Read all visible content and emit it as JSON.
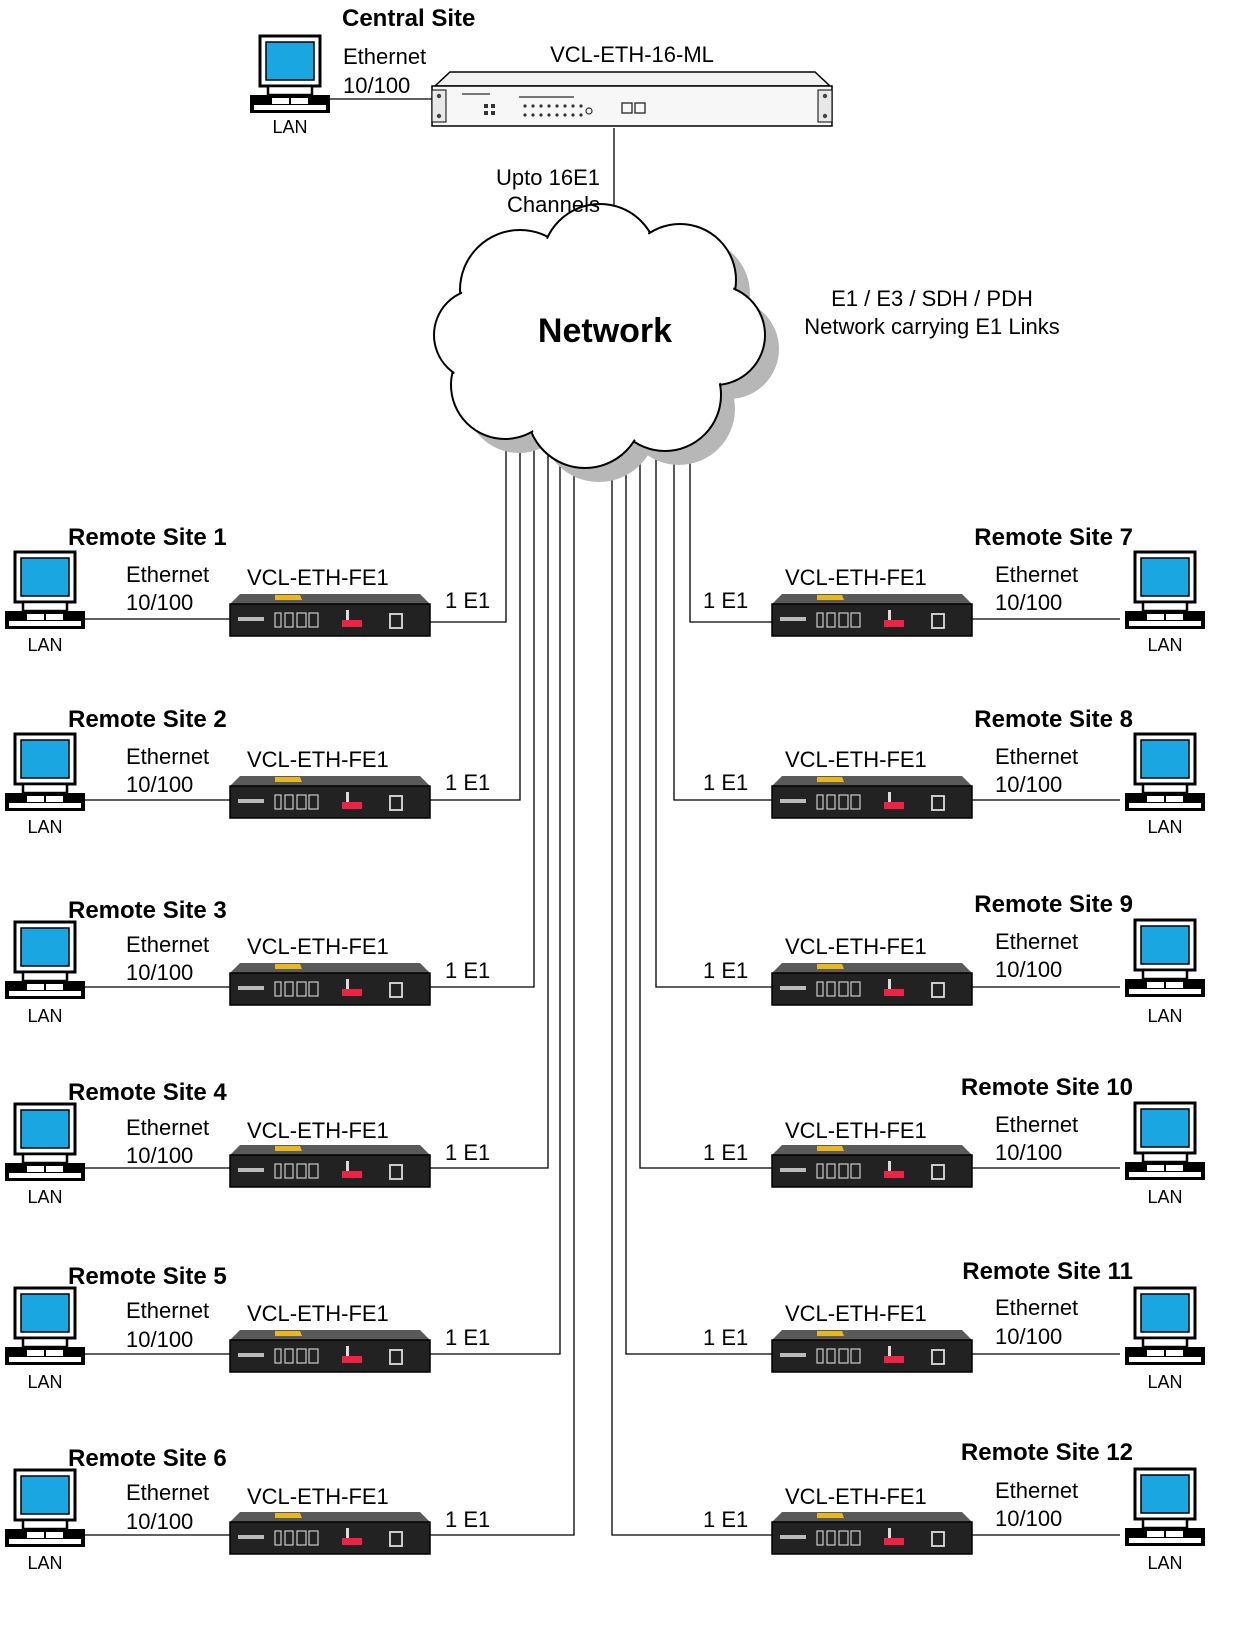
{
  "central": {
    "title": "Central Site",
    "ethernet": "Ethernet",
    "speed": "10/100",
    "lan": "LAN",
    "device": "VCL-ETH-16-ML",
    "uplink_line1": "Upto 16E1",
    "uplink_line2": "Channels"
  },
  "network": {
    "label": "Network",
    "desc_line1": "E1 / E3 / SDH / PDH",
    "desc_line2": "Network carrying E1 Links"
  },
  "remote_sites": [
    {
      "title": "Remote Site 1",
      "ethernet": "Ethernet",
      "speed": "10/100",
      "device": "VCL-ETH-FE1",
      "link": "1 E1",
      "lan": "LAN"
    },
    {
      "title": "Remote Site 2",
      "ethernet": "Ethernet",
      "speed": "10/100",
      "device": "VCL-ETH-FE1",
      "link": "1 E1",
      "lan": "LAN"
    },
    {
      "title": "Remote Site 3",
      "ethernet": "Ethernet",
      "speed": "10/100",
      "device": "VCL-ETH-FE1",
      "link": "1 E1",
      "lan": "LAN"
    },
    {
      "title": "Remote Site 4",
      "ethernet": "Ethernet",
      "speed": "10/100",
      "device": "VCL-ETH-FE1",
      "link": "1 E1",
      "lan": "LAN"
    },
    {
      "title": "Remote Site 5",
      "ethernet": "Ethernet",
      "speed": "10/100",
      "device": "VCL-ETH-FE1",
      "link": "1 E1",
      "lan": "LAN"
    },
    {
      "title": "Remote Site 6",
      "ethernet": "Ethernet",
      "speed": "10/100",
      "device": "VCL-ETH-FE1",
      "link": "1 E1",
      "lan": "LAN"
    },
    {
      "title": "Remote Site 7",
      "ethernet": "Ethernet",
      "speed": "10/100",
      "device": "VCL-ETH-FE1",
      "link": "1 E1",
      "lan": "LAN"
    },
    {
      "title": "Remote Site 8",
      "ethernet": "Ethernet",
      "speed": "10/100",
      "device": "VCL-ETH-FE1",
      "link": "1 E1",
      "lan": "LAN"
    },
    {
      "title": "Remote Site 9",
      "ethernet": "Ethernet",
      "speed": "10/100",
      "device": "VCL-ETH-FE1",
      "link": "1 E1",
      "lan": "LAN"
    },
    {
      "title": "Remote Site 10",
      "ethernet": "Ethernet",
      "speed": "10/100",
      "device": "VCL-ETH-FE1",
      "link": "1 E1",
      "lan": "LAN"
    },
    {
      "title": "Remote Site 11",
      "ethernet": "Ethernet",
      "speed": "10/100",
      "device": "VCL-ETH-FE1",
      "link": "1 E1",
      "lan": "LAN"
    },
    {
      "title": "Remote Site 12",
      "ethernet": "Ethernet",
      "speed": "10/100",
      "device": "VCL-ETH-FE1",
      "link": "1 E1",
      "lan": "LAN"
    }
  ],
  "colors": {
    "screen": "#1aa6e0",
    "device_body": "#2a2a2a",
    "device_stripe": "#e7b820",
    "cloud": "#ffffff",
    "cloud_shadow": "#b7b7b7"
  },
  "icons": {
    "computer": "computer-icon",
    "cloud": "cloud-icon",
    "rack_switch": "rack-switch-icon",
    "desktop_converter": "converter-device-icon"
  }
}
